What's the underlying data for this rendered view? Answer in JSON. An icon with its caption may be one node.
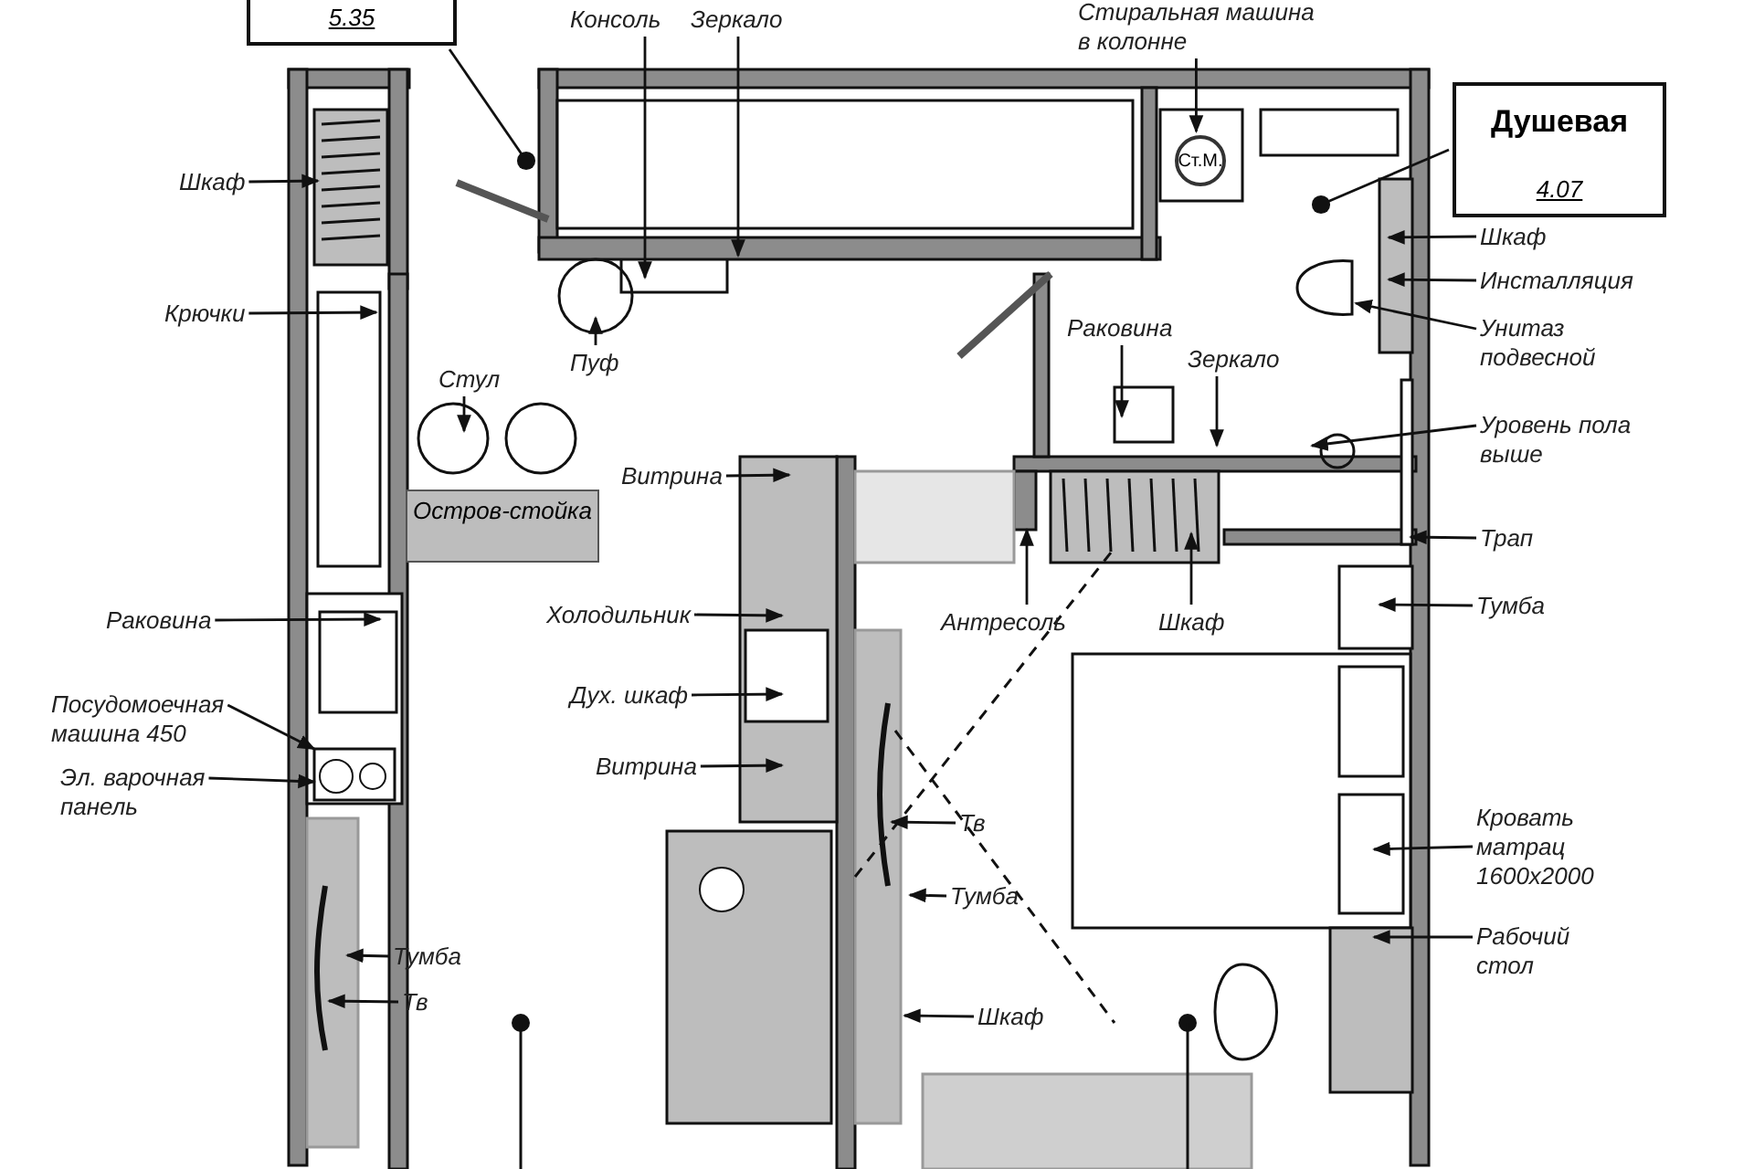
{
  "diagram": {
    "nodes": [
      {
        "text": [
          "5.35"
        ]
      },
      {
        "text": [
          "Консоль"
        ]
      },
      {
        "text": [
          "Зеркало"
        ]
      },
      {
        "text": [
          "Стиральная машина в колонне"
        ]
      },
      {
        "text": [
          "Ст.М."
        ]
      },
      {
        "text": [
          "Душевая",
          "4.07"
        ]
      },
      {
        "text": [
          "Шкаф"
        ]
      },
      {
        "text": [
          "Крючки"
        ]
      },
      {
        "text": [
          "Стул"
        ]
      },
      {
        "text": [
          "Пуф"
        ]
      },
      {
        "text": [
          "Остров-стойка"
        ]
      },
      {
        "text": [
          "Витрина"
        ]
      },
      {
        "text": [
          "Холодильник"
        ]
      },
      {
        "text": [
          "Дух. шкаф"
        ]
      },
      {
        "text": [
          "Витрина"
        ]
      },
      {
        "text": [
          "Раковина"
        ]
      },
      {
        "text": [
          "Посудомоечная машина 450"
        ]
      },
      {
        "text": [
          "Эл. варочная панель"
        ]
      },
      {
        "text": [
          "Тумба"
        ]
      },
      {
        "text": [
          "Тв"
        ]
      },
      {
        "text": [
          "Раковина"
        ]
      },
      {
        "text": [
          "Зеркало"
        ]
      },
      {
        "text": [
          "Шкаф"
        ]
      },
      {
        "text": [
          "Инсталляция"
        ]
      },
      {
        "text": [
          "Унитаз подвесной"
        ]
      },
      {
        "text": [
          "Уровень пола выше"
        ]
      },
      {
        "text": [
          "Трап"
        ]
      },
      {
        "text": [
          "Антресоль"
        ]
      },
      {
        "text": [
          "Шкаф"
        ]
      },
      {
        "text": [
          "Тумба"
        ]
      },
      {
        "text": [
          "Кровать матрац 1600x2000"
        ]
      },
      {
        "text": [
          "Рабочий стол"
        ]
      },
      {
        "text": [
          "Тв"
        ]
      },
      {
        "text": [
          "Тумба"
        ]
      },
      {
        "text": [
          "Шкаф"
        ]
      }
    ],
    "edges": [
      {
        "from": 0,
        "to": null,
        "arrow": "other"
      },
      {
        "from": 1,
        "to": null,
        "arrow": "to"
      },
      {
        "from": 2,
        "to": null,
        "arrow": "to"
      },
      {
        "from": 3,
        "to": 4,
        "arrow": "to"
      },
      {
        "from": 5,
        "to": null,
        "arrow": "other"
      },
      {
        "from": 6,
        "to": null,
        "arrow": "to"
      },
      {
        "from": 7,
        "to": null,
        "arrow": "to"
      },
      {
        "from": 8,
        "to": null,
        "arrow": "to"
      },
      {
        "from": 9,
        "to": null,
        "arrow": "to"
      },
      {
        "from": 11,
        "to": null,
        "arrow": "to"
      },
      {
        "from": 12,
        "to": null,
        "arrow": "to"
      },
      {
        "from": 13,
        "to": null,
        "arrow": "to"
      },
      {
        "from": 14,
        "to": null,
        "arrow": "to"
      },
      {
        "from": 15,
        "to": null,
        "arrow": "to"
      },
      {
        "from": 16,
        "to": null,
        "arrow": "to"
      },
      {
        "from": 17,
        "to": null,
        "arrow": "to"
      },
      {
        "from": 18,
        "to": null,
        "arrow": "to"
      },
      {
        "from": 19,
        "to": null,
        "arrow": "to"
      },
      {
        "from": 20,
        "to": null,
        "arrow": "to"
      },
      {
        "from": 21,
        "to": null,
        "arrow": "to"
      },
      {
        "from": 22,
        "to": null,
        "arrow": "to"
      },
      {
        "from": 23,
        "to": null,
        "arrow": "to"
      },
      {
        "from": 24,
        "to": null,
        "arrow": "to"
      },
      {
        "from": 25,
        "to": null,
        "arrow": "to"
      },
      {
        "from": 26,
        "to": null,
        "arrow": "to"
      },
      {
        "from": 27,
        "to": null,
        "arrow": "to"
      },
      {
        "from": 28,
        "to": null,
        "arrow": "to"
      },
      {
        "from": 29,
        "to": null,
        "arrow": "to"
      },
      {
        "from": 30,
        "to": null,
        "arrow": "to"
      },
      {
        "from": 31,
        "to": null,
        "arrow": "to"
      },
      {
        "from": 32,
        "to": null,
        "arrow": "to"
      },
      {
        "from": 33,
        "to": null,
        "arrow": "to"
      },
      {
        "from": 34,
        "to": null,
        "arrow": "to"
      }
    ]
  }
}
